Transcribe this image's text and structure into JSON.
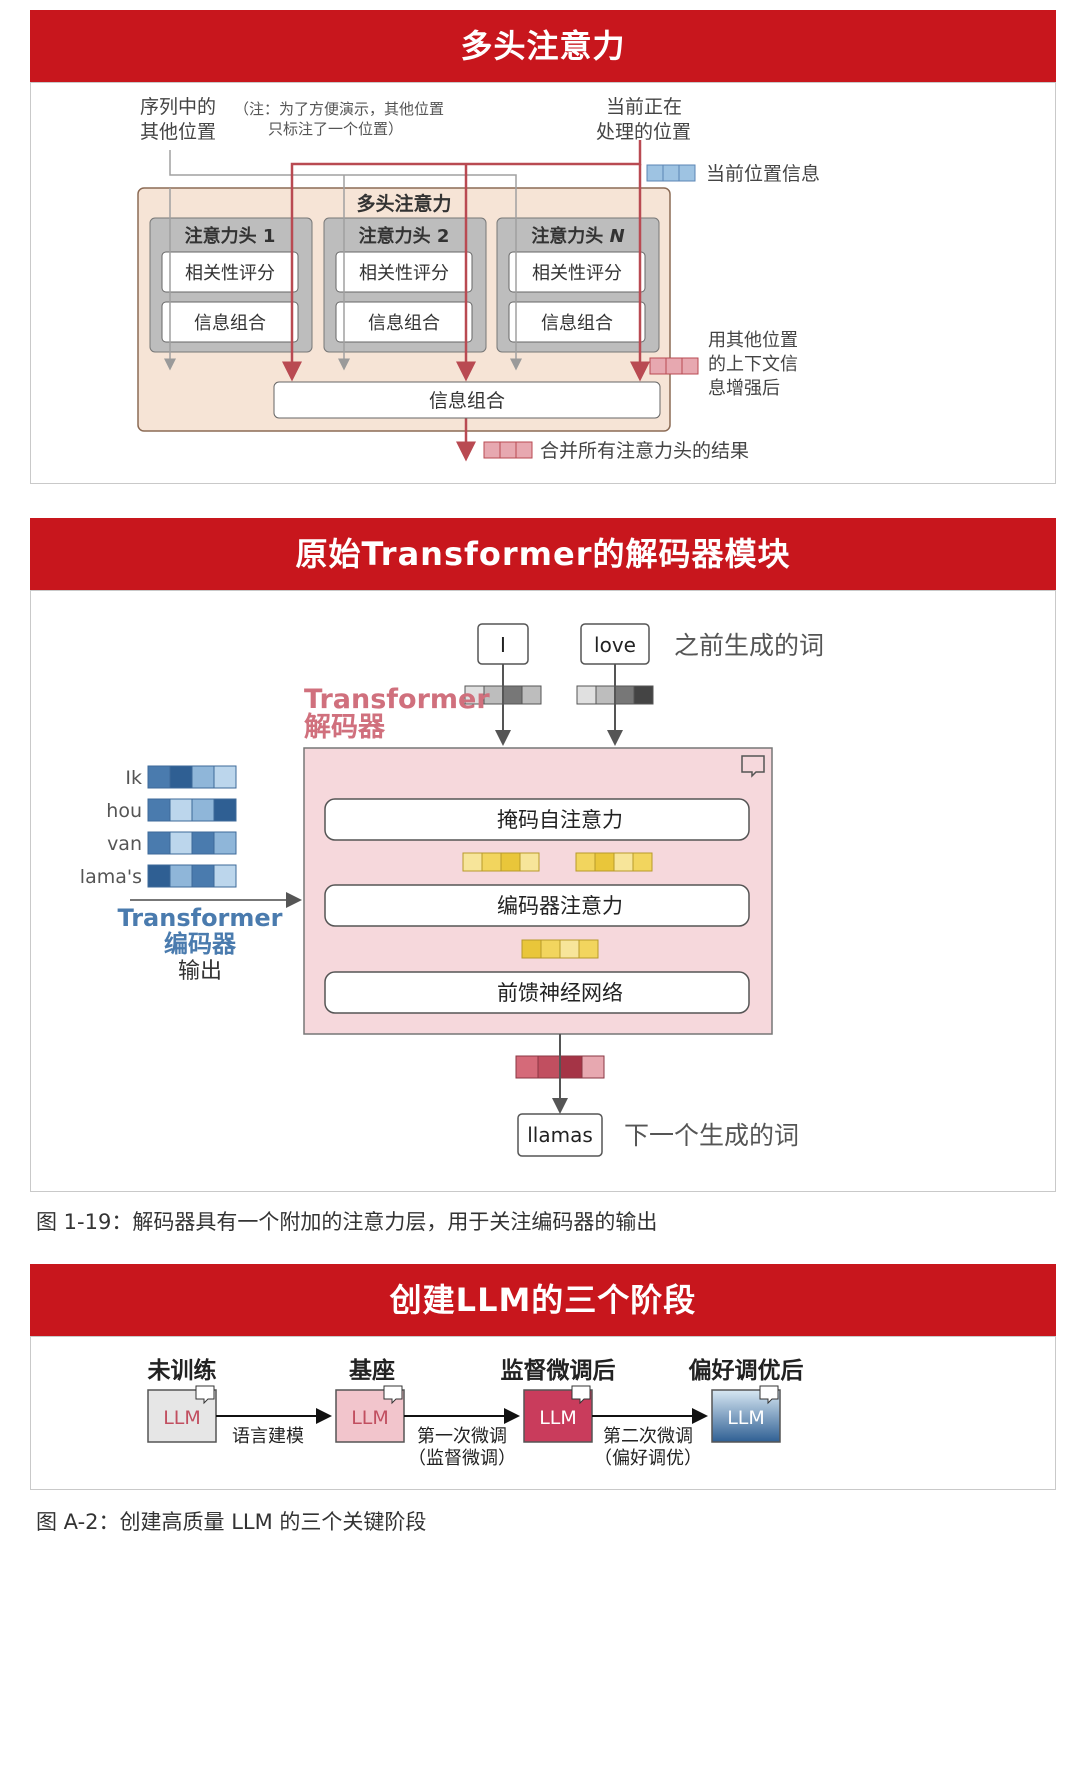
{
  "section1": {
    "title": "多头注意力",
    "other_positions_l1": "序列中的",
    "other_positions_l2": "其他位置",
    "note_l1": "（注：为了方便演示，其他位置",
    "note_l2": "只标注了一个位置）",
    "current_l1": "当前正在",
    "current_l2": "处理的位置",
    "current_info": "当前位置信息",
    "mha_label": "多头注意力",
    "head1": "注意力头 1",
    "head2": "注意力头 2",
    "headN_prefix": "注意力头 ",
    "headN_suffix": "N",
    "relevance": "相关性评分",
    "combine": "信息组合",
    "final_combine": "信息组合",
    "enhanced_l1": "用其他位置",
    "enhanced_l2": "的上下文信",
    "enhanced_l3": "息增强后",
    "merged": "合并所有注意力头的结果"
  },
  "section2": {
    "title": "原始Transformer的解码器模块",
    "word_i": "I",
    "word_love": "love",
    "prev_words": "之前生成的词",
    "decoder_l1": "Transformer",
    "decoder_l2": "解码器",
    "enc_words": [
      "Ik",
      "hou",
      "van",
      "lama's"
    ],
    "encoder_l1": "Transformer",
    "encoder_l2": "编码器",
    "encoder_l3": "输出",
    "masked_attn": "掩码自注意力",
    "enc_attn": "编码器注意力",
    "ffn": "前馈神经网络",
    "out_word": "llamas",
    "next_word": "下一个生成的词",
    "caption": "图 1-19：解码器具有一个附加的注意力层，用于关注编码器的输出"
  },
  "section3": {
    "title": "创建LLM的三个阶段",
    "stage1": "未训练",
    "stage2": "基座",
    "stage3": "监督微调后",
    "stage4": "偏好调优后",
    "llm": "LLM",
    "step1": "语言建模",
    "step2_l1": "第一次微调",
    "step2_l2": "（监督微调）",
    "step3_l1": "第二次微调",
    "step3_l2": "（偏好调优）",
    "caption": "图 A-2：创建高质量 LLM 的三个关键阶段"
  },
  "colors": {
    "banner_red": "#c8161d",
    "arrow_red": "#b94a52",
    "mha_bg": "#f6e4d6",
    "decoder_bg": "#f6d8dc",
    "blue_cell": "#4a7bae",
    "yellow_cell": "#f2d55e",
    "pink_cell": "#d56a79"
  }
}
